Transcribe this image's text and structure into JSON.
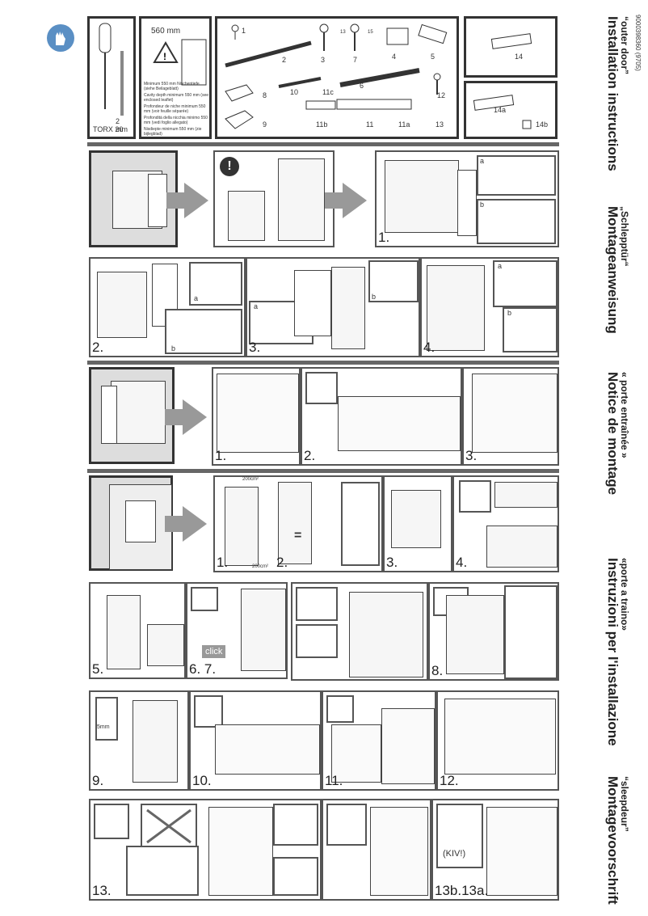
{
  "sidebar": {
    "doc_id": "9000398360 (9705)",
    "titles": [
      {
        "title": "Installation instructions",
        "subtitle": "“outer door”"
      },
      {
        "title": "Montageanweisung",
        "subtitle": "„Schlepptür“"
      },
      {
        "title": "Notice de montage",
        "subtitle": "« porte entraînée »"
      },
      {
        "title": "Instruzioni per l'installazione",
        "subtitle": "«porte a traino»"
      },
      {
        "title": "Montagevoorschrift",
        "subtitle": "“sleepdeur”"
      }
    ]
  },
  "tools": {
    "torx_label": "TORX 20",
    "drill_label": "2 mm",
    "niche_width": "560 mm",
    "depth_notes": [
      "Minimum 550 mm Nischentiefe (siehe Beilageblatt)",
      "Cavity depth minimum 550 mm (see enclosed leaflet)",
      "Profondeur de niche minimum 550 mm (voir feuille séparée)",
      "Profondità della nicchia minimo 550 mm (vedi foglio allegato)",
      "Nisdiepte minimum 550 mm (zie bijlegblad)"
    ]
  },
  "parts": {
    "numbers": [
      "1",
      "2",
      "3",
      "4",
      "5",
      "6",
      "7",
      "8",
      "9",
      "10",
      "11",
      "11a",
      "11b",
      "11c",
      "12",
      "13",
      "14",
      "14a",
      "14b"
    ],
    "dims": {
      "screw3": "13",
      "screw7": "15"
    }
  },
  "steps": {
    "row2": [
      "1."
    ],
    "row3": [
      "2.",
      "3.",
      "4."
    ],
    "row4": [
      "1.",
      "2.",
      "3."
    ],
    "row5": [
      "1.",
      "2.",
      "3.",
      "4."
    ],
    "row6": [
      "5.",
      "6. 7.",
      "8."
    ],
    "row7": [
      "9.",
      "10.",
      "11.",
      "12."
    ],
    "row8": [
      "13.",
      "13b.13a."
    ]
  },
  "annotations": {
    "a": "a",
    "b": "b",
    "vent_top": "200cm²",
    "vent_bottom": "200cm²",
    "click": "click",
    "gap": "5mm",
    "kiv": "(KIV!)",
    "equal": "="
  },
  "colors": {
    "accent": "#5a8fc4",
    "frame": "#333333",
    "arrow": "#999999",
    "gray_panel": "#dddddd"
  }
}
